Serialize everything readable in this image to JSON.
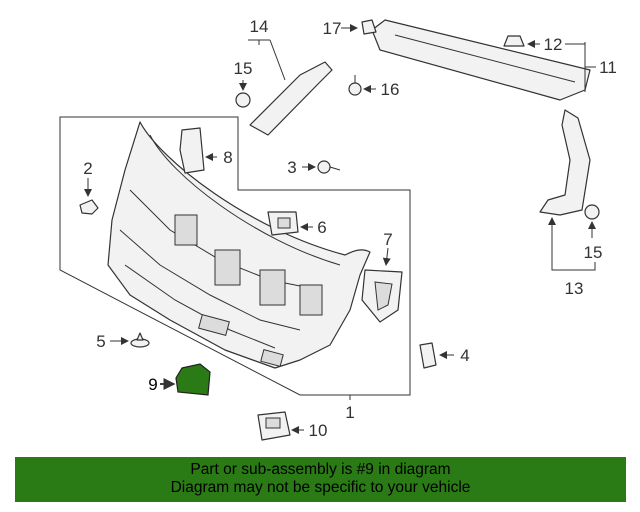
{
  "callouts": {
    "c1": "1",
    "c2": "2",
    "c3": "3",
    "c4": "4",
    "c5": "5",
    "c6": "6",
    "c7": "7",
    "c8": "8",
    "c9": "9",
    "c10": "10",
    "c11": "11",
    "c12": "12",
    "c13": "13",
    "c14": "14",
    "c15a": "15",
    "c15b": "15",
    "c16": "16",
    "c17": "17"
  },
  "highlight_color": "#2a7a15",
  "highlight_part": "9",
  "banner": {
    "line1": "Part or sub-assembly is #9 in diagram",
    "line2": "Diagram may not be specific to your vehicle",
    "background": "#2a7a15"
  }
}
